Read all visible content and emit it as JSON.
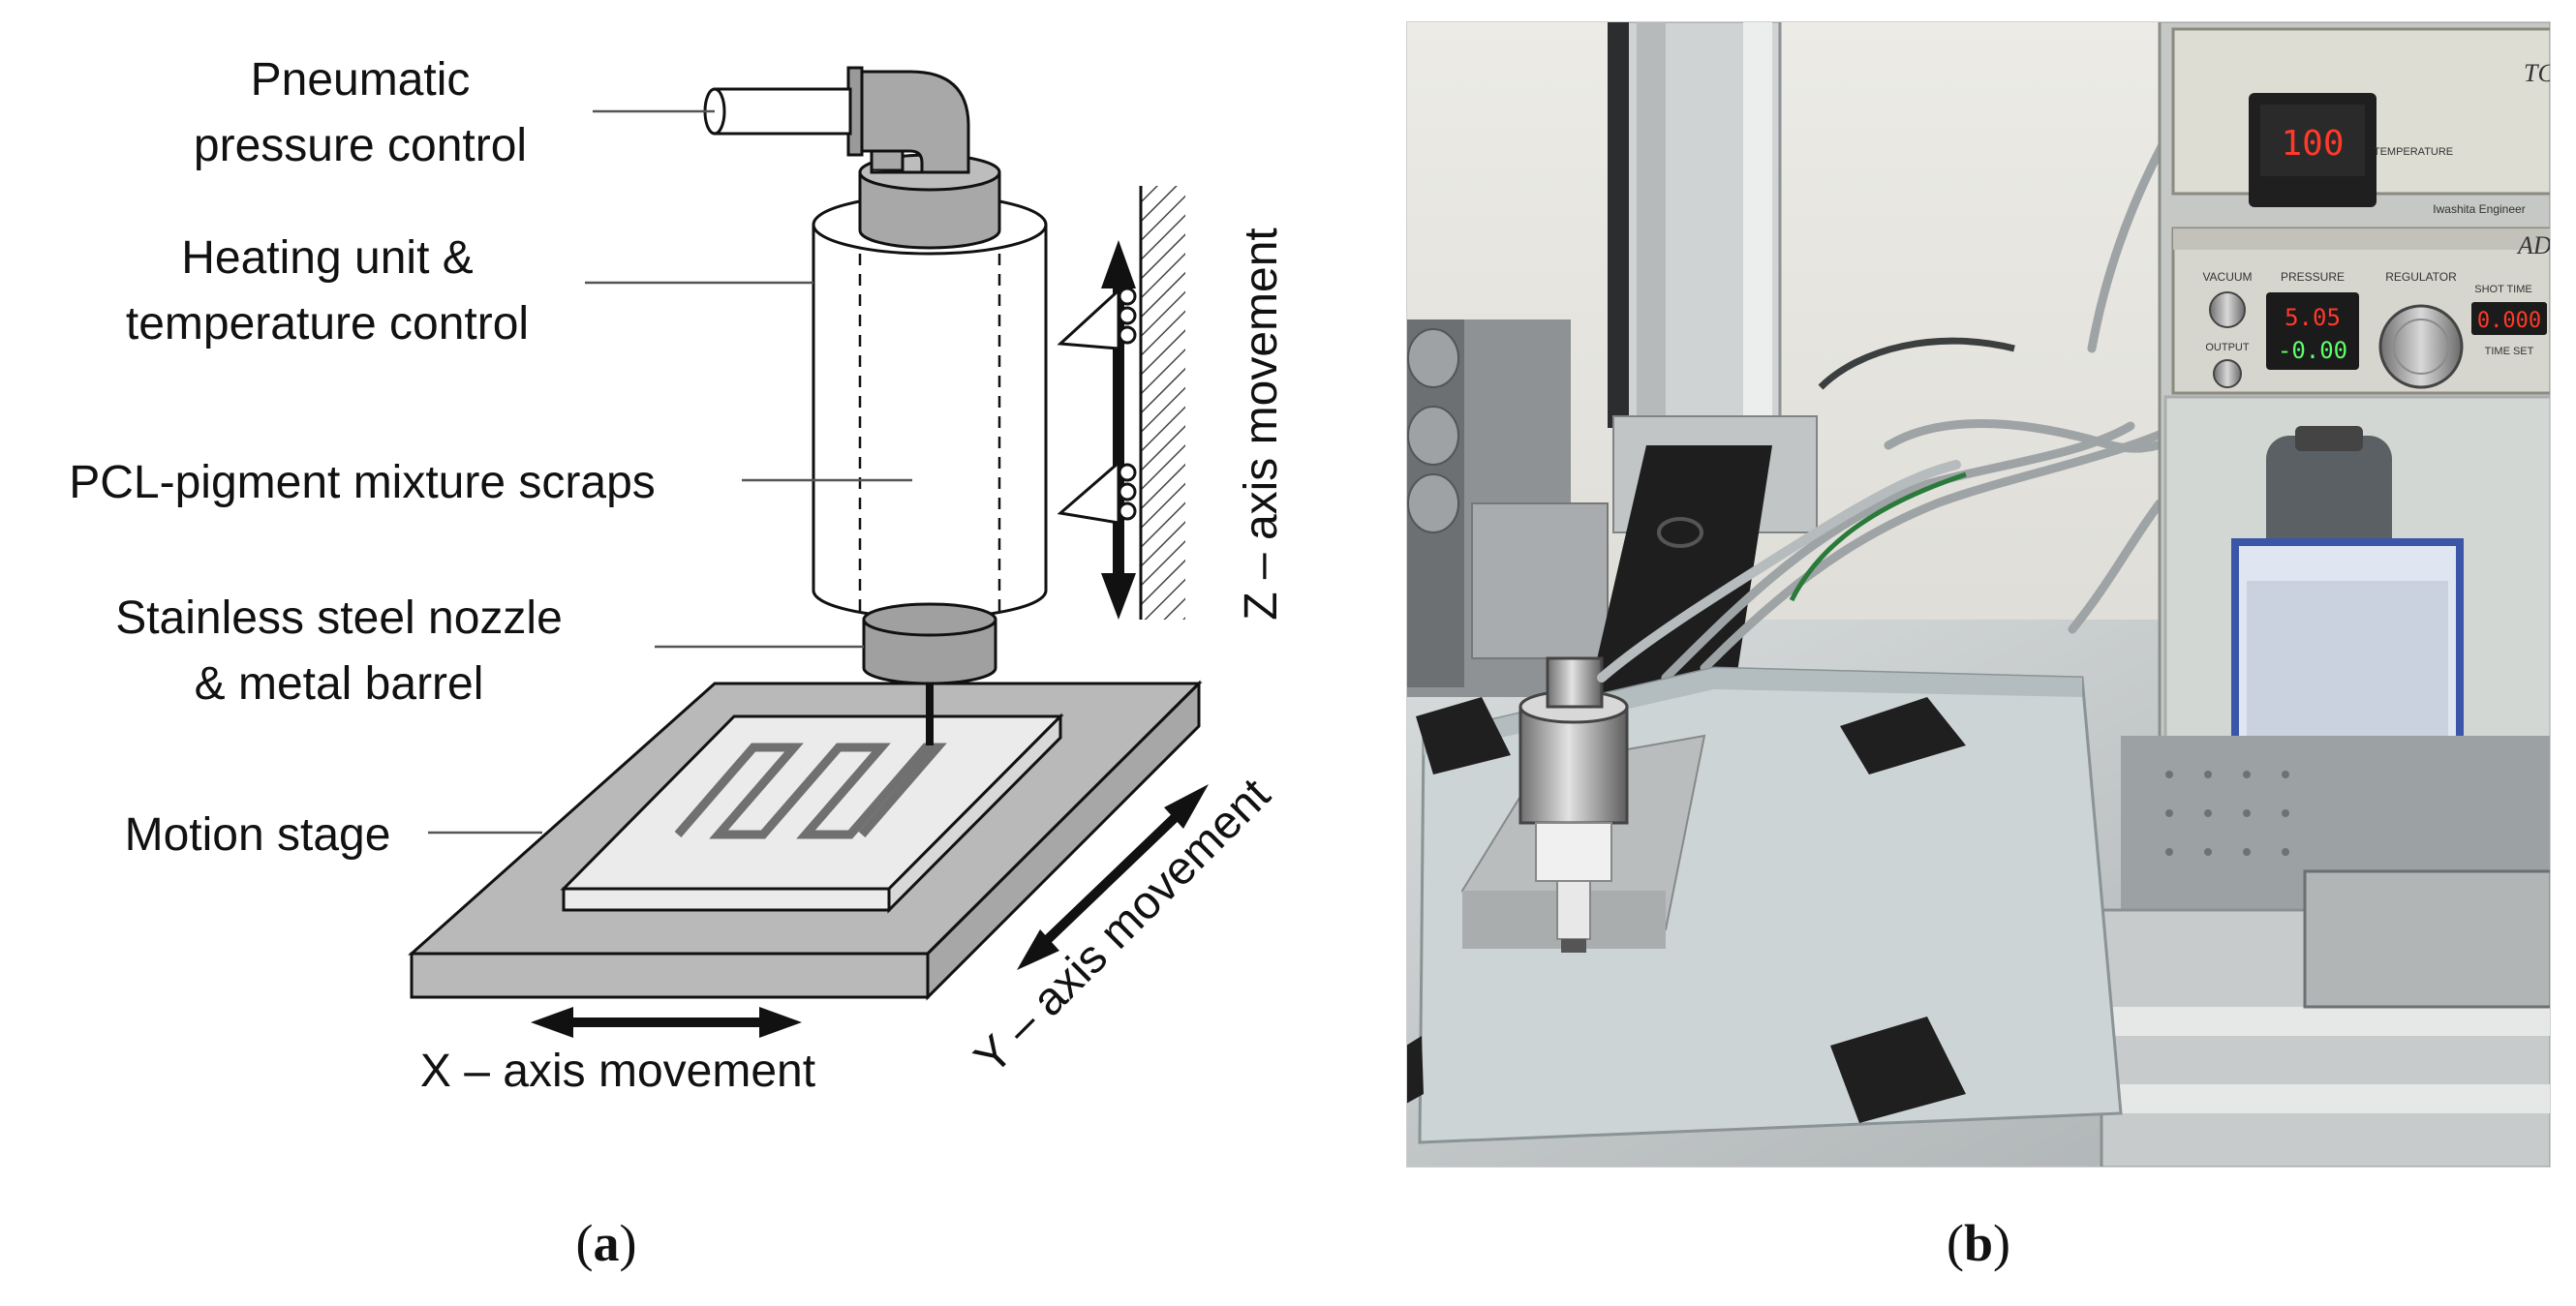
{
  "panel_a": {
    "labels": {
      "pneumatic_1": "Pneumatic",
      "pneumatic_2": "pressure control",
      "heating_1": "Heating unit &",
      "heating_2": "temperature control",
      "mixture": "PCL-pigment mixture scraps",
      "nozzle_1": "Stainless steel nozzle",
      "nozzle_2": "& metal barrel",
      "stage": "Motion stage",
      "x_axis": "X – axis movement",
      "y_axis": "Y – axis movement",
      "z_axis": "Z – axis movement"
    },
    "caption_letter": "a"
  },
  "panel_b": {
    "caption_letter": "b",
    "device_readouts": {
      "temperature": "100",
      "pressure": "5.05",
      "pressure_low": "-0.00",
      "shot_time": "0.000"
    },
    "device_text": {
      "top_brand": "TC",
      "temp_tag": "TEMPERATURE",
      "top_maker": "Iwashita Engineer",
      "front_brand": "AD",
      "vacuum": "VACUUM",
      "pressure_lbl": "PRESSURE",
      "regulator": "REGULATOR",
      "shot_time_lbl": "SHOT TIME",
      "output": "OUTPUT",
      "time_set": "TIME SET"
    }
  },
  "colors": {
    "outline": "#111111",
    "cylinder": "#ffffff",
    "fitting_gray": "#a8a8a8",
    "stage_gray": "#b9b9b9",
    "substrate": "#ebebeb",
    "pattern": "#707070",
    "photo_wall": "#e7e6e1",
    "photo_metal": "#c9cccc",
    "photo_dark": "#1e1e1e",
    "display_red": "#ff3a2a",
    "display_green": "#5cff6a"
  }
}
